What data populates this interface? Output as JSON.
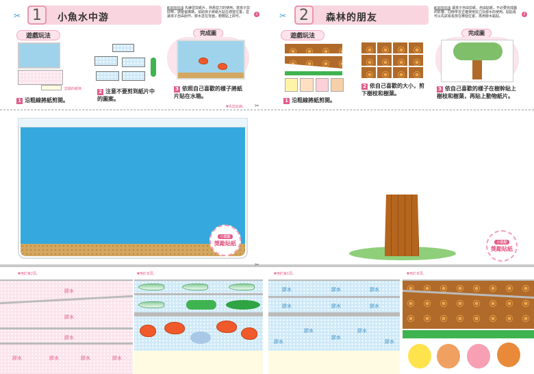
{
  "left": {
    "number": "1",
    "title": "小魚水中游",
    "note_tag": "家長指導",
    "note": "先練習剪紙片，熟悉剪刀的使用。當孩子剪好時，請爸爸媽媽，協助孩子將紙片貼在適當位置，並讓孩子自由創作。膠水塗在背面，輕輕貼上即可。",
    "note_badge": "1",
    "play_label": "遊戲玩法",
    "done_label": "完成圖",
    "steps": [
      {
        "n": "1",
        "text": "沿粗線將紙剪開。"
      },
      {
        "n": "2",
        "text": "注意不要剪到紙片中的圖案。"
      },
      {
        "n": "3",
        "text": "依照自己喜歡的樣子將紙片貼在水箱。"
      }
    ],
    "cut_note": "剪開的紙條",
    "first_cut": "▼先剪此線。",
    "sticker_top": "小獎勵",
    "sticker_label": "獎勵貼紙",
    "page_use_a": "▼用於第2頁。",
    "page_use_b": "▼用於本頁。",
    "glue": "膠水"
  },
  "right": {
    "number": "2",
    "title": "森林的朋友",
    "note_tag": "家長指導",
    "note": "讓孩子自由剪紙、自由貼紙，不必要完成圖的影響。同時學習正確使用剪刀及膠水的使用。貼貼看可以先試看看放在哪個位置，再用膠水黏貼。",
    "note_badge": "2",
    "play_label": "遊戲玩法",
    "done_label": "完成圖",
    "steps": [
      {
        "n": "1",
        "text": "沿粗線將紙剪開。"
      },
      {
        "n": "2",
        "text": "依自己喜歡的大小，剪下樹枝和樹葉。"
      },
      {
        "n": "3",
        "text": "依自己喜歡的樣子在樹幹貼上樹枝和樹葉，再貼上動物紙片。"
      }
    ],
    "sticker_top": "小獎勵",
    "sticker_label": "獎勵貼紙",
    "page_use_a": "▼用於第1頁。",
    "page_use_b": "▼用於本頁。",
    "glue": "膠水"
  }
}
